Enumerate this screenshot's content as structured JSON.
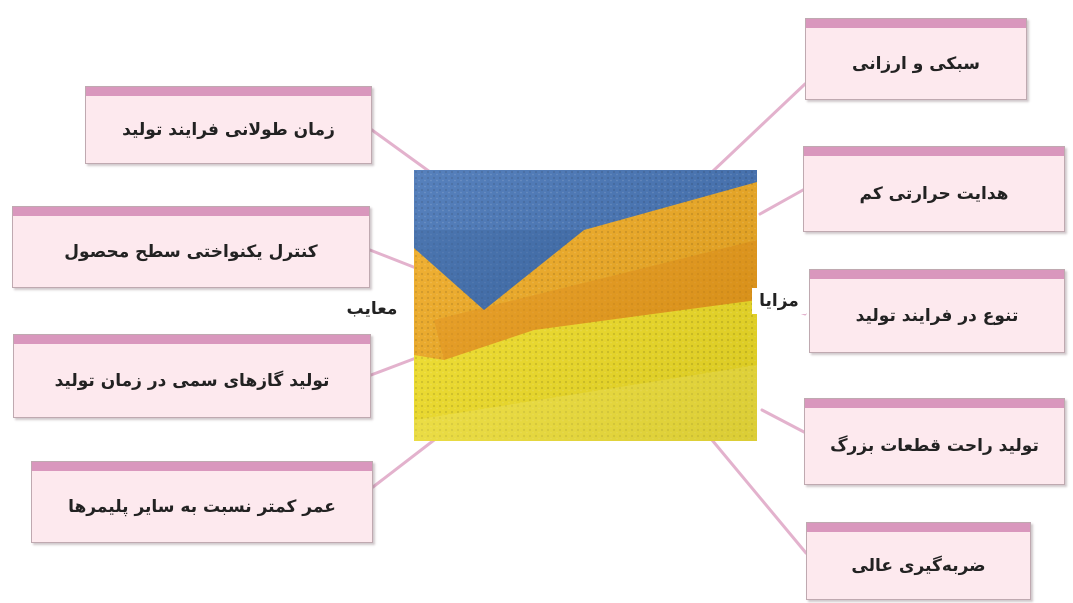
{
  "groups": {
    "disadvantages_label": "معایب",
    "advantages_label": "مزایا"
  },
  "disadvantages": [
    "زمان طولانی فرایند تولید",
    "کنترل یکنواختی سطح محصول",
    "تولید گازهای سمی در زمان تولید",
    "عمر کمتر نسبت به سایر پلیمرها"
  ],
  "advantages": [
    "سبکی و ارزانی",
    "هدایت حرارتی کم",
    "تنوع در فرایند تولید",
    "تولید راحت قطعات بزرگ",
    "ضربه‌گیری عالی"
  ],
  "colors": {
    "box_fill": "#fde9ee",
    "box_bar": "#d997bd",
    "connector": "#e3b2cd",
    "foam_blue": "#3f6fb3",
    "foam_orange": "#f2aa1c",
    "foam_yellow": "#f6e324"
  }
}
